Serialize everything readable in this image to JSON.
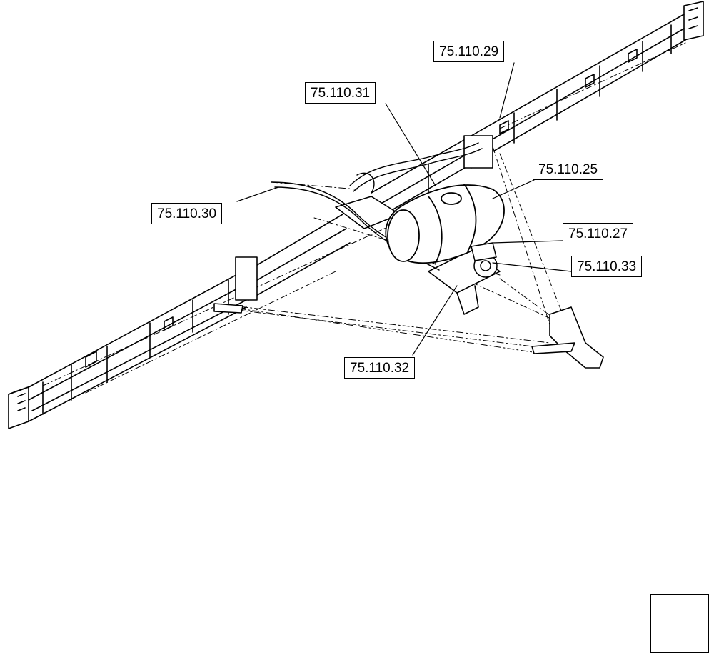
{
  "callouts": {
    "c29": "75.110.29",
    "c31": "75.110.31",
    "c25": "75.110.25",
    "c30": "75.110.30",
    "c27": "75.110.27",
    "c33": "75.110.33",
    "c32": "75.110.32"
  },
  "nav_icon": "next-page-arrow-icon",
  "colors": {
    "line": "#000000",
    "background": "#ffffff"
  }
}
